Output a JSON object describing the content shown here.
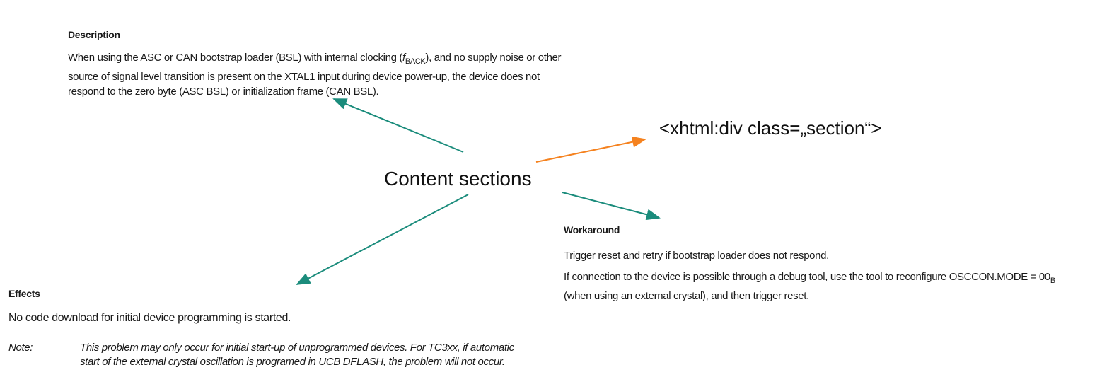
{
  "description": {
    "heading": "Description",
    "lines": [
      "When using the ASC or CAN bootstrap loader (BSL) with internal clocking (",
      "f",
      "BACK",
      "), and no supply noise or other",
      "source of signal level transition is present on the XTAL1 input during device power-up, the device does not",
      "respond to the zero byte (ASC BSL) or initialization frame (CAN BSL)."
    ]
  },
  "center_label": "Content sections",
  "code_label": "<xhtml:div class=„section“>",
  "workaround": {
    "heading": "Workaround",
    "line1": "Trigger reset and retry if bootstrap loader does not respond.",
    "line2": "If connection to the device is possible through a debug tool, use the tool to reconfigure OSCCON.MODE = 00",
    "line2_sub": "B",
    "line3": "(when using an external crystal), and then trigger reset."
  },
  "effects": {
    "heading": "Effects",
    "body": "No code download for initial device programming is started."
  },
  "note": {
    "label": "Note:",
    "line1": "This problem may only occur for initial start-up of unprogrammed devices. For TC3xx, if automatic",
    "line2": "start of the external crystal oscillation is programed in UCB DFLASH, the problem will not occur."
  },
  "colors": {
    "teal": "#1b8c7c",
    "orange": "#f5821f"
  }
}
